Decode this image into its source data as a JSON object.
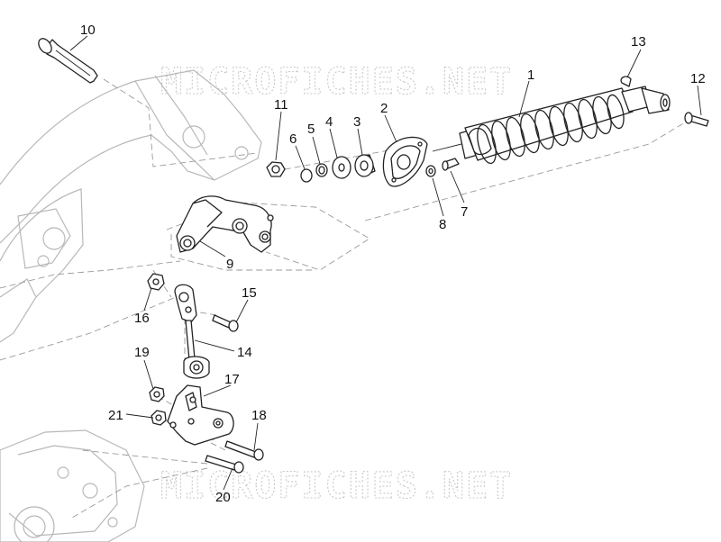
{
  "watermark": "MICROFICHES.NET",
  "callouts": {
    "p1": "1",
    "p2": "2",
    "p3": "3",
    "p4": "4",
    "p5": "5",
    "p6": "6",
    "p7": "7",
    "p8": "8",
    "p9": "9",
    "p10": "10",
    "p11": "11",
    "p12": "12",
    "p13": "13",
    "p14": "14",
    "p15": "15",
    "p16": "16",
    "p17": "17",
    "p18": "18",
    "p19": "19",
    "p20": "20",
    "p21": "21"
  },
  "colors": {
    "line": "#222222",
    "ghost": "#b8b8b8",
    "watermark": "#c9c9c9",
    "background": "#ffffff"
  }
}
